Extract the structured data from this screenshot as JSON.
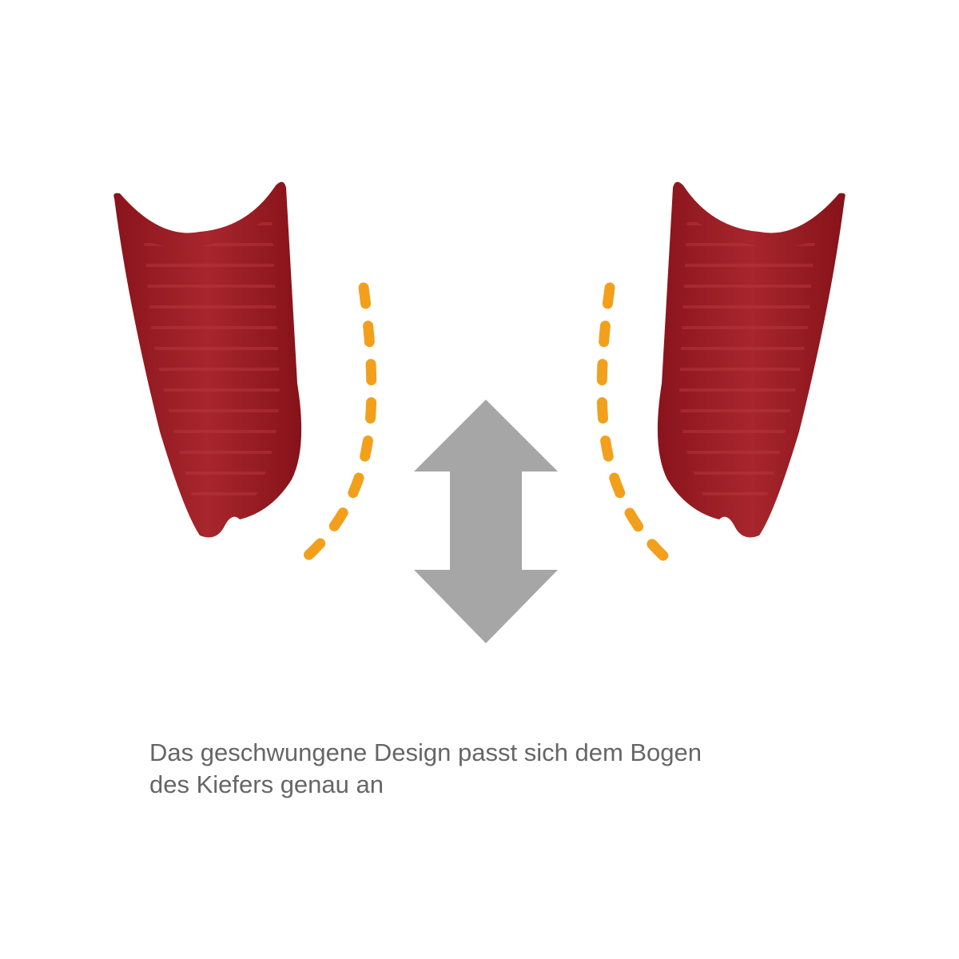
{
  "caption": {
    "line1": "Das geschwungene Design passt sich dem Bogen",
    "line2": "des Kiefers genau an"
  },
  "colors": {
    "piece_red": "#9b1c24",
    "piece_dark": "#7a1219",
    "dash_orange": "#f2a01c",
    "arrow_gray": "#a6a6a6"
  },
  "icons": {
    "arrow": "double-headed-vertical-arrow-icon",
    "left_piece": "curved-red-pad-left",
    "right_piece": "curved-red-pad-right"
  }
}
